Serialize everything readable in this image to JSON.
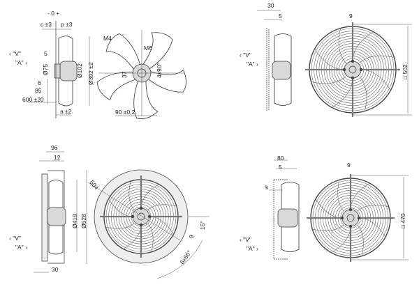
{
  "view_labels": {
    "v": "\"V\"",
    "a": "\"A\""
  },
  "panel_1": {
    "tolerance_zero": "- 0 +",
    "c": "c ±3",
    "p": "p ±3",
    "d5": "5",
    "d75": "Ø75",
    "d102": "Ø102",
    "d392": "Ø392 ±2",
    "d6": "6",
    "d85": "85",
    "cable": "600 ±20",
    "a": "a ±2",
    "m4": "M4",
    "m6": "M6",
    "d37": "37",
    "angle": "4x90°",
    "d90": "90 ±0,2"
  },
  "panel_2": {
    "d96": "96",
    "d12": "12",
    "d419": "Ø419",
    "d528": "Ø528",
    "d30": "30",
    "d504": "504",
    "angle15": "15°",
    "d9": "9",
    "angle60": "6x60°"
  },
  "panel_3": {
    "d30": "30",
    "d5": "5",
    "d9": "9",
    "square": "□ 502"
  },
  "panel_4": {
    "d80": "80",
    "d5": "5",
    "k": "k",
    "d9": "9",
    "square": "□ 470"
  }
}
